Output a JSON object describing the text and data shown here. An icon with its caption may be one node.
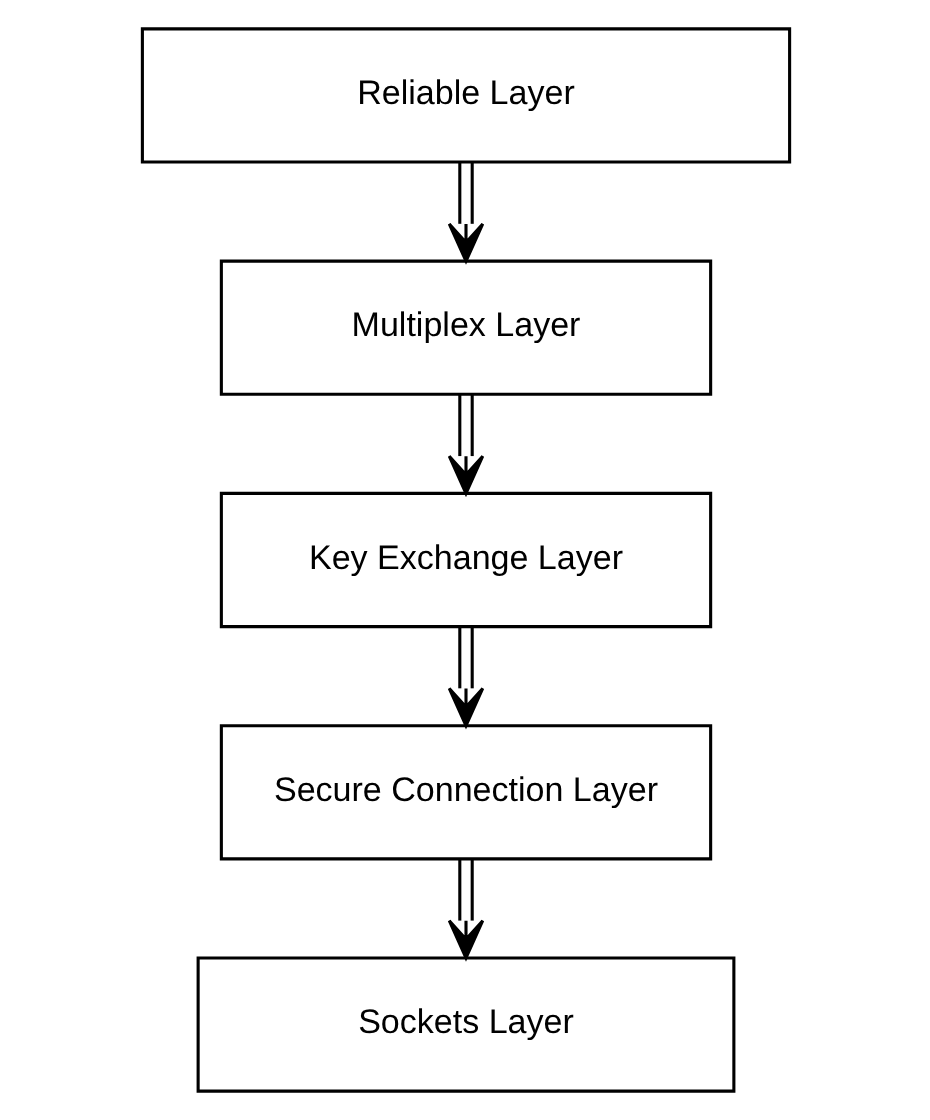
{
  "diagram": {
    "nodes": [
      {
        "text": [
          "Reliable Layer"
        ]
      },
      {
        "text": [
          "Multiplex Layer"
        ]
      },
      {
        "text": [
          "Key Exchange Layer"
        ]
      },
      {
        "text": [
          "Secure Connection Layer"
        ]
      },
      {
        "text": [
          "Sockets Layer"
        ]
      }
    ],
    "edges": [
      {
        "from": 0,
        "to": 1,
        "arrow": "to"
      },
      {
        "from": 1,
        "to": 2,
        "arrow": "to"
      },
      {
        "from": 2,
        "to": 3,
        "arrow": "to"
      },
      {
        "from": 3,
        "to": 4,
        "arrow": "to"
      }
    ]
  }
}
